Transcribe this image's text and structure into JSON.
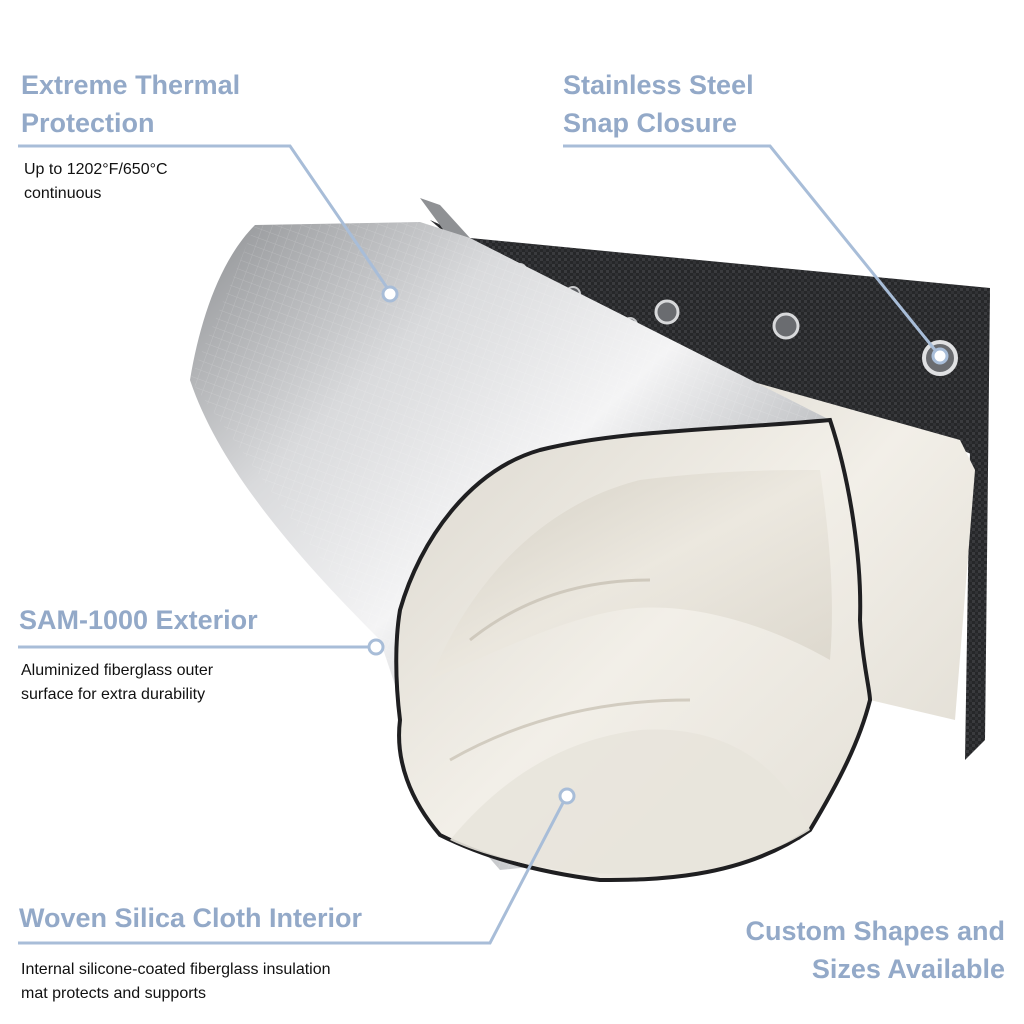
{
  "callouts": {
    "thermal": {
      "title_line1": "Extreme Thermal",
      "title_line2": "Protection",
      "desc_line1": "Up to 1202°F/650°C",
      "desc_line2": "continuous"
    },
    "snap": {
      "title_line1": "Stainless Steel",
      "title_line2": "Snap Closure"
    },
    "exterior": {
      "title": "SAM-1000 Exterior",
      "desc_line1": "Aluminized fiberglass outer",
      "desc_line2": "surface for extra durability"
    },
    "interior": {
      "title": "Woven Silica Cloth Interior",
      "desc_line1": "Internal silicone-coated fiberglass insulation",
      "desc_line2": "mat protects and supports"
    },
    "custom": {
      "title_line1": "Custom Shapes and",
      "title_line2": "Sizes Available"
    }
  },
  "colors": {
    "accent": "#93a9c8",
    "leader_line": "#a8bdd8",
    "text": "#111111"
  }
}
